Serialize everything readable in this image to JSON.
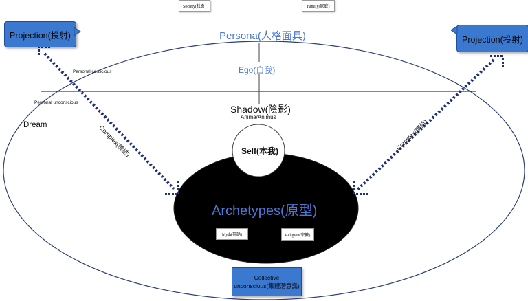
{
  "boxes": {
    "society": "Society(社會)",
    "family": "Family(家庭)",
    "myth": "Myth(神話)",
    "religion": "Religion(宗教)"
  },
  "callouts": {
    "projection_left": "Projection(投射)",
    "projection_right": "Projection(投射)"
  },
  "labels": {
    "persona": "Persona(人格面具)",
    "ego": "Ego(自我)",
    "personal_conscious": "Personal conscious",
    "personal_unconscious": "Personal unconscious",
    "shadow": "Shadow(陰影)",
    "anima": "Anima/Animus",
    "dream": "Dream",
    "self": "Self(本我)",
    "archetypes": "Archetypes(原型)",
    "complex_left": "Complex(情結)",
    "complex_right": "Complex(情結)"
  },
  "collective": {
    "line1": "Collective",
    "line2": "unconscious(集體潛意識)"
  },
  "colors": {
    "accent_blue": "#3b78d0",
    "text_blue": "#4a79d6",
    "dashed_navy": "#1f2f7a",
    "outline": "#2d3f7a"
  }
}
